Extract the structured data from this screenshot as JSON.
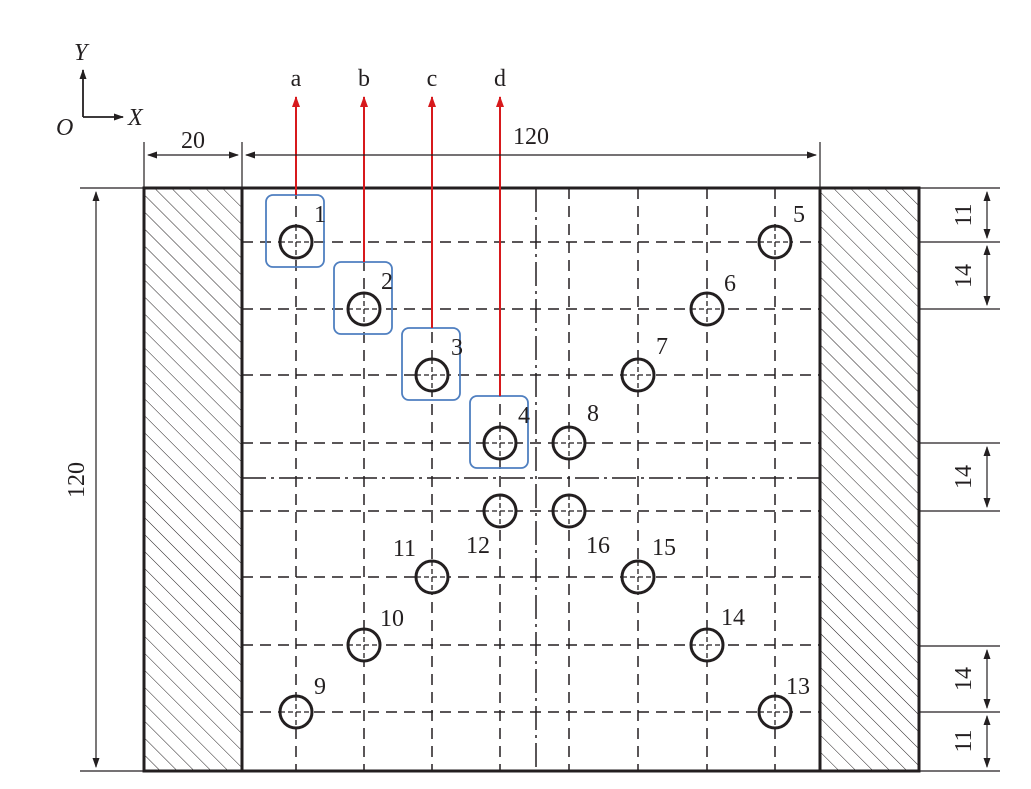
{
  "colors": {
    "ink": "#231f20",
    "arrow": "#d7191c",
    "highlight": "#4f7fc0"
  },
  "axes": {
    "origin": "O",
    "x": "X",
    "y": "Y"
  },
  "paths": [
    "a",
    "b",
    "c",
    "d"
  ],
  "dimensions": {
    "left_width": "20",
    "inner_width": "120",
    "height": "120",
    "right_11_top": "11",
    "right_14_top": "14",
    "right_14_mid": "14",
    "right_14_bottom": "14",
    "right_11_bottom": "11"
  },
  "holes": [
    "1",
    "2",
    "3",
    "4",
    "5",
    "6",
    "7",
    "8",
    "9",
    "10",
    "11",
    "12",
    "13",
    "14",
    "15",
    "16"
  ],
  "highlighted_holes": [
    "1",
    "2",
    "3",
    "4"
  ]
}
